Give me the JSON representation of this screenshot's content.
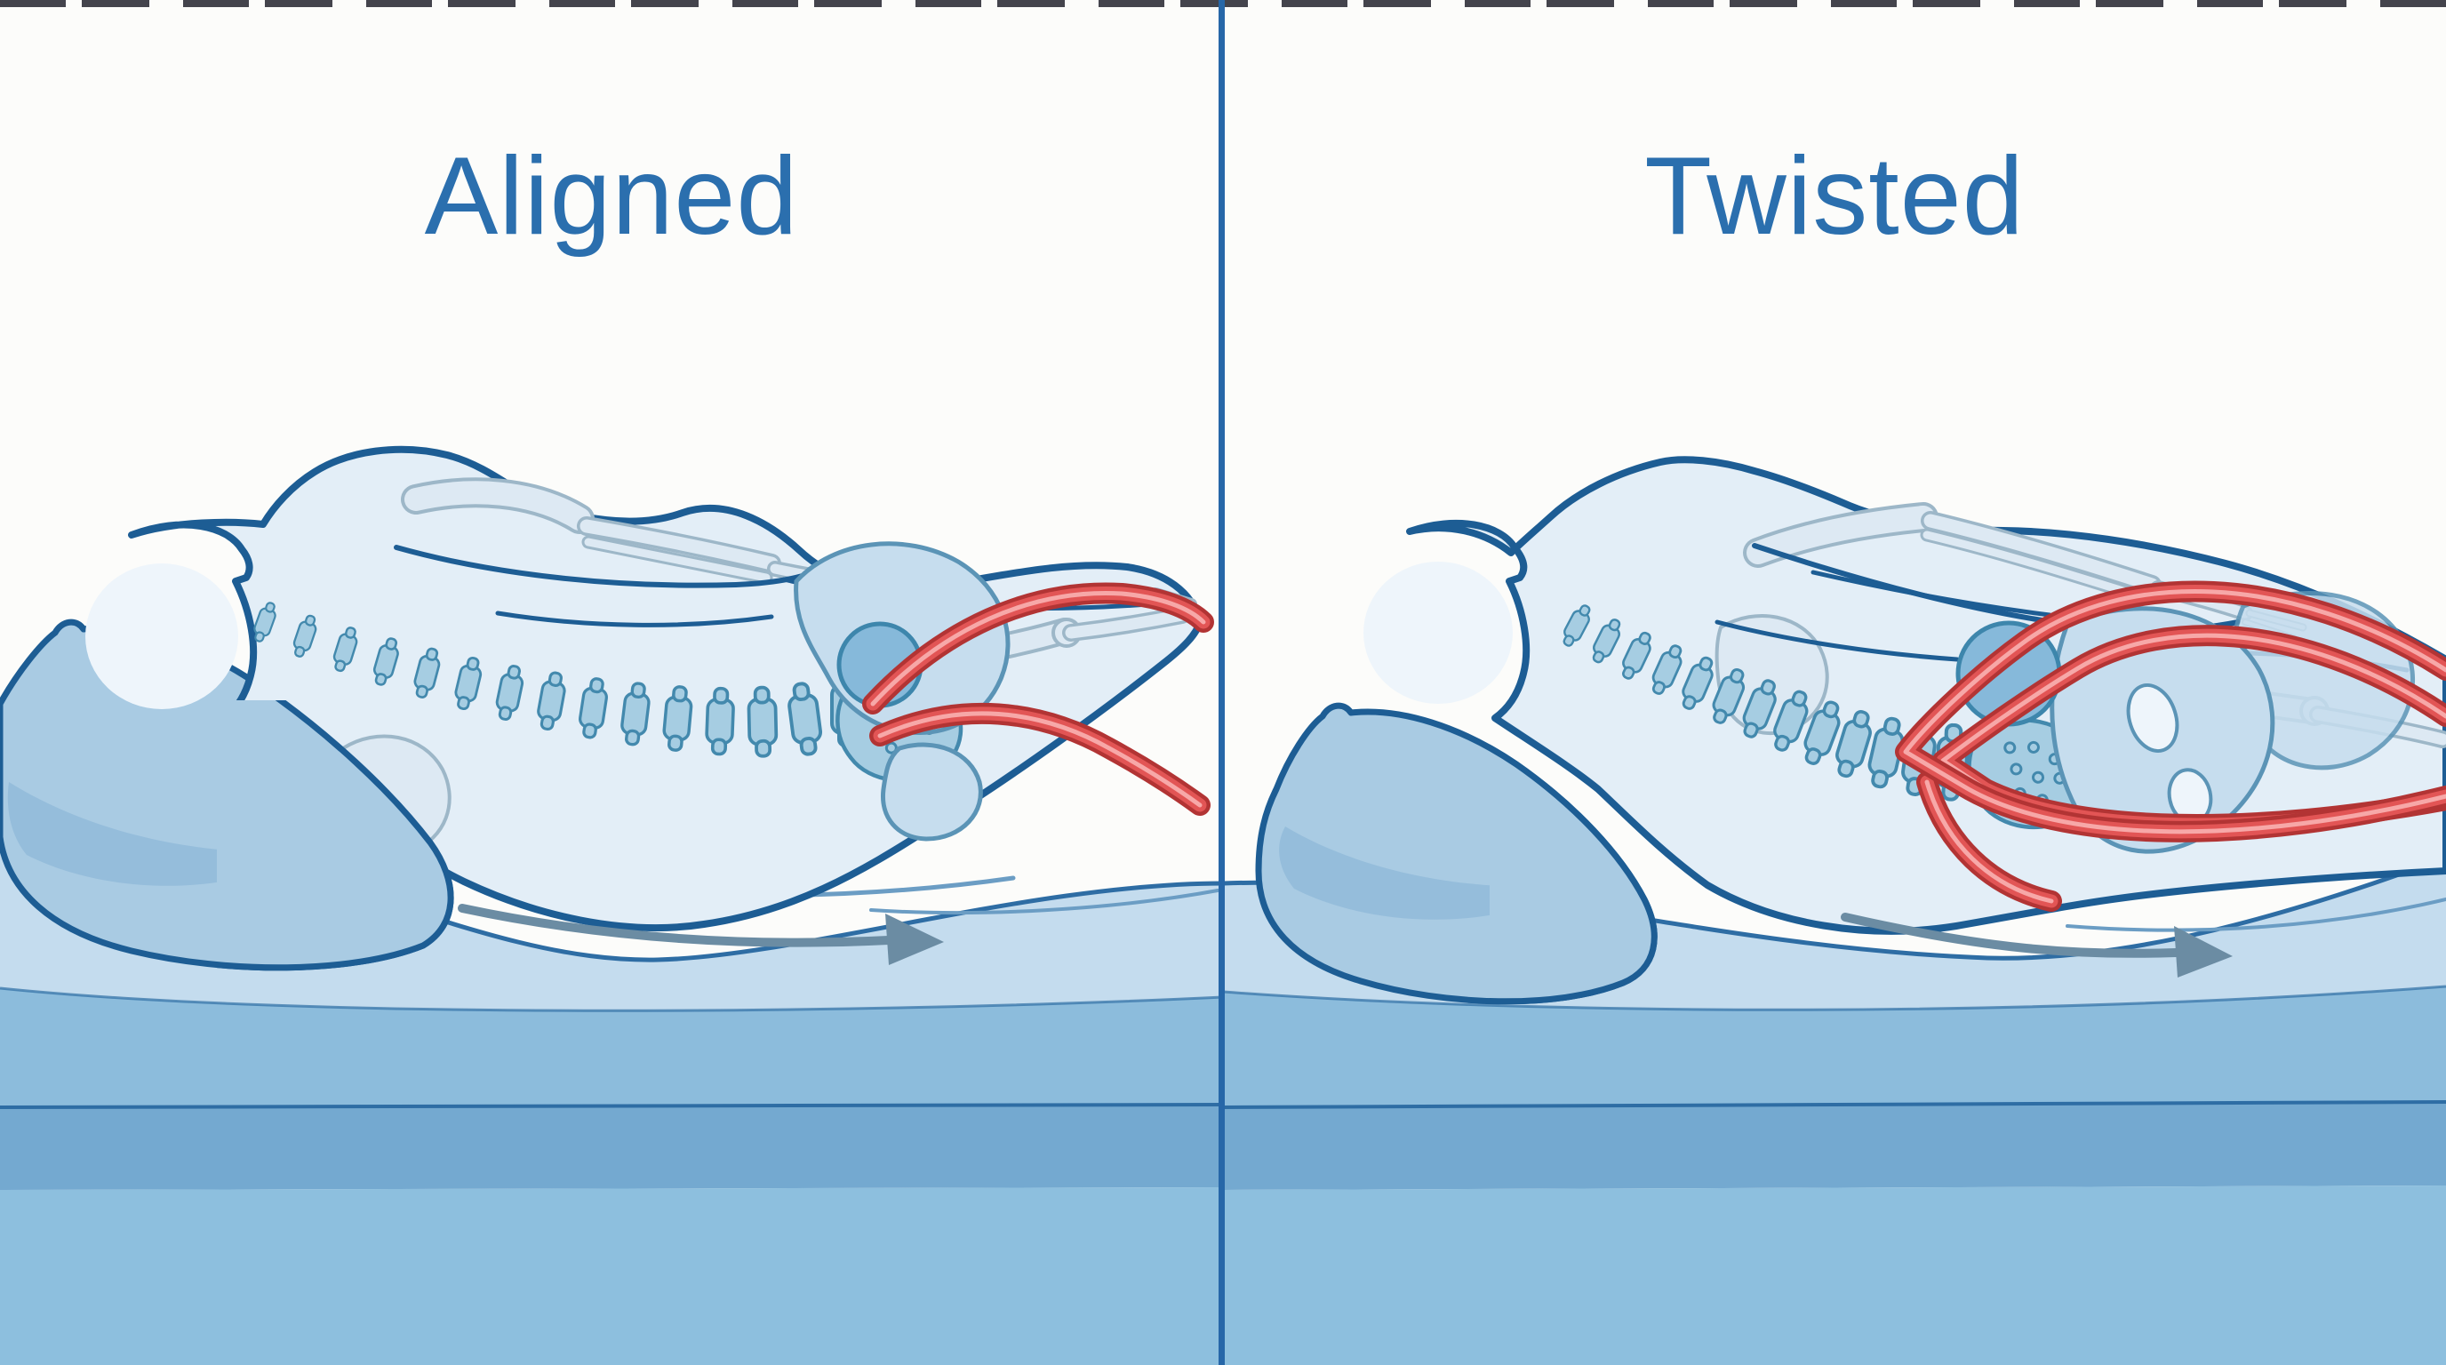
{
  "panels": [
    {
      "id": "aligned",
      "label": "Aligned"
    },
    {
      "id": "twisted",
      "label": "Twisted"
    }
  ],
  "palette": {
    "background": "#fcfcfa",
    "title": "#2b6fae",
    "divider": "#2767a8",
    "artifact": "#23242e",
    "outline": "#1d5d94",
    "body_fill": "#e3eef7",
    "head_fill": "#eef5fb",
    "pillow": "#a9cbe3",
    "pillow_shadow": "#8fb8d8",
    "bone_outline": "#9db7c8",
    "bone_fill": "#dde9f3",
    "spine_fill": "#a6cde2",
    "spine_outline": "#4389ad",
    "pelvis_fill": "#c6ddee",
    "pelvis_outline": "#5b94b6",
    "hip_fill": "#86b9da",
    "hip_outline": "#3d86ac",
    "nerve_dark": "#b23434",
    "nerve": "#e25555",
    "nerve_light": "#f7a8a8",
    "arrow": "#6b8ca3",
    "mattress_top": "#c4dcee",
    "mattress_mid": "#8cbcdc",
    "mattress_dark": "#74a9d0",
    "mattress_bottom": "#8dbfde",
    "mattress_line": "#2e6da4"
  }
}
